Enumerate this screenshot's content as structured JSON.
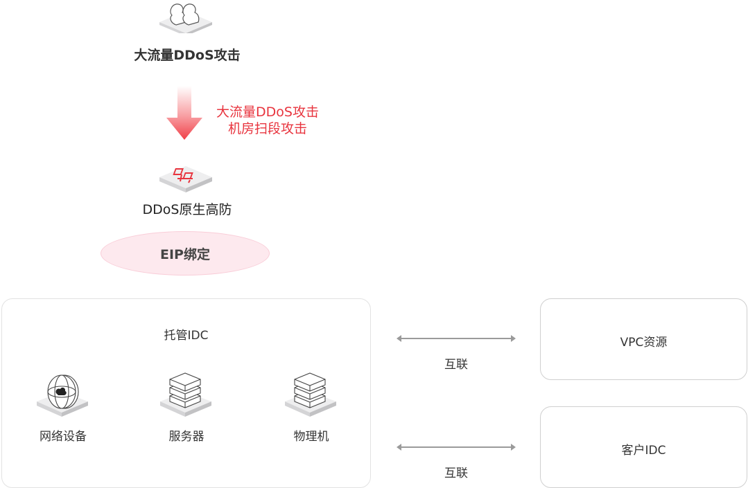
{
  "attacker": {
    "icon": "users-icon",
    "label": "大流量DDoS攻击"
  },
  "attack_flow": {
    "icon": "arrow-down-icon",
    "lines": [
      "大流量DDoS攻击",
      "机房扫段攻击"
    ],
    "color": "#e8343e"
  },
  "protection": {
    "icon": "network-topology-icon",
    "label": "DDoS原生高防"
  },
  "binding": {
    "label": "EIP绑定"
  },
  "hosted_idc": {
    "title": "托管IDC",
    "items": [
      {
        "icon": "globe-cloud-icon",
        "label": "网络设备"
      },
      {
        "icon": "server-stack-icon",
        "label": "服务器"
      },
      {
        "icon": "server-stack-icon",
        "label": "物理机"
      }
    ]
  },
  "links": [
    {
      "label": "互联",
      "target": "VPC资源"
    },
    {
      "label": "互联",
      "target": "客户IDC"
    }
  ],
  "targets": [
    {
      "label": "VPC资源"
    },
    {
      "label": "客户IDC"
    }
  ]
}
